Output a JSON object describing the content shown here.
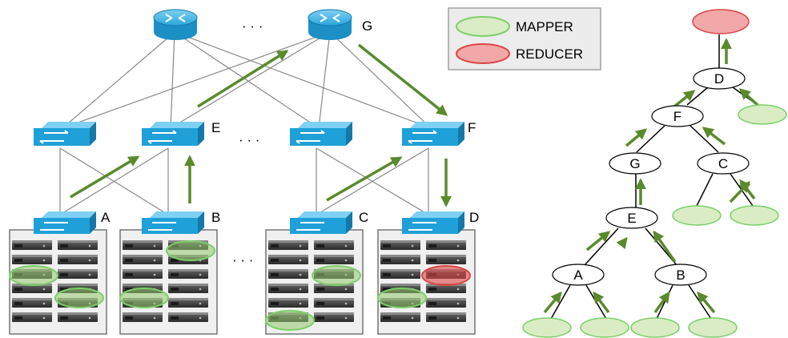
{
  "switch_labels": {
    "core_right": "G",
    "agg_e": "E",
    "agg_f": "F",
    "tor_a": "A",
    "tor_b": "B",
    "tor_c": "C",
    "tor_d": "D"
  },
  "ellipses": {
    "core": "· · ·",
    "agg": "· · ·",
    "racks": "· · ·"
  },
  "legend": {
    "mapper": "MAPPER",
    "reducer": "REDUCER"
  },
  "tree": {
    "nodes": {
      "d": "D",
      "f": "F",
      "g": "G",
      "c": "C",
      "e": "E",
      "a": "A",
      "b": "B"
    }
  },
  "colors": {
    "switch_blue": "#1fa0d8",
    "arrow_green": "#5a8a2c",
    "mapper_fill": "#d9ecc4",
    "mapper_stroke": "#7ccf6a",
    "reducer_fill": "#f2a7a9",
    "reducer_stroke": "#d94646"
  }
}
